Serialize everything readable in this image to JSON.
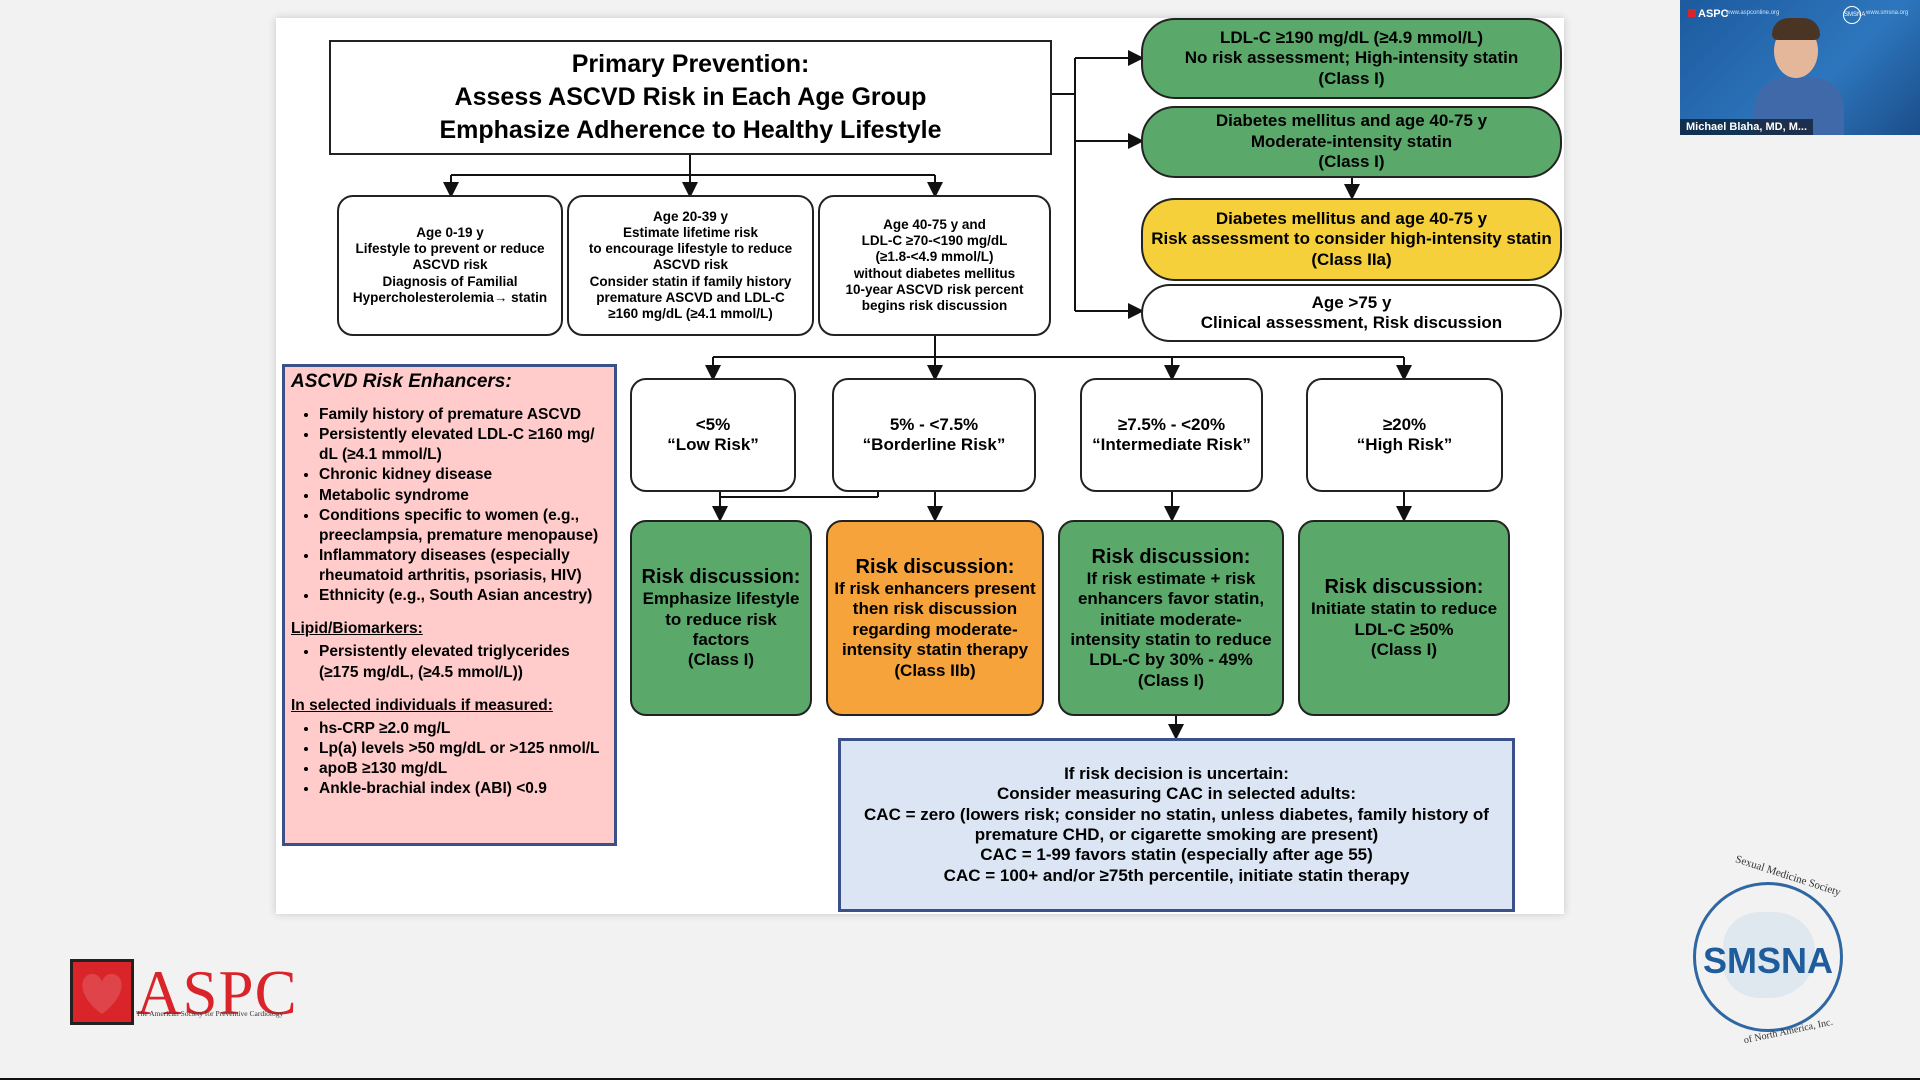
{
  "title": {
    "lines": [
      "Primary Prevention:",
      "Assess ASCVD Risk in Each Age Group",
      "Emphasize Adherence to Healthy Lifestyle"
    ]
  },
  "age_groups": [
    {
      "head": "Age 0-19 y",
      "lines": [
        "Lifestyle to prevent or reduce",
        "ASCVD risk",
        "Diagnosis of Familial",
        "Hypercholesterolemia→ statin"
      ]
    },
    {
      "head": "Age 20-39 y",
      "head2": "Estimate lifetime risk",
      "lines": [
        "to encourage lifestyle to reduce",
        "ASCVD risk",
        "Consider statin if family history",
        "premature ASCVD and LDL-C",
        "≥160 mg/dL (≥4.1 mmol/L)"
      ]
    },
    {
      "head": "Age 40-75 y and",
      "head2": "LDL-C ≥70-<190 mg/dL",
      "head3": "(≥1.8-<4.9 mmol/L)",
      "head4": "without diabetes mellitus",
      "lines": [
        "10-year ASCVD risk percent",
        "begins risk discussion"
      ]
    }
  ],
  "right_boxes": [
    {
      "lines": [
        "LDL-C ≥190 mg/dL (≥4.9 mmol/L)",
        "No risk assessment; High-intensity statin",
        "(Class I)"
      ],
      "color": "#5aa96a"
    },
    {
      "lines": [
        "Diabetes mellitus and age 40-75 y",
        "Moderate-intensity statin",
        "(Class I)"
      ],
      "color": "#5aa96a"
    },
    {
      "lines": [
        "Diabetes mellitus and age 40-75 y",
        "Risk assessment to consider high-intensity statin",
        "(Class IIa)"
      ],
      "color": "#f5d03a"
    },
    {
      "lines": [
        "Age >75 y",
        "Clinical assessment, Risk discussion"
      ],
      "color": "#ffffff"
    }
  ],
  "risk_categories": [
    {
      "pct": "<5%",
      "label": "“Low Risk”"
    },
    {
      "pct": "5% - <7.5%",
      "label": "“Borderline Risk”"
    },
    {
      "pct": "≥7.5% - <20%",
      "label": "“Intermediate Risk”"
    },
    {
      "pct": "≥20%",
      "label": "“High Risk”"
    }
  ],
  "discussions": [
    {
      "head": "Risk discussion:",
      "lines": [
        "Emphasize lifestyle",
        "to reduce risk",
        "factors",
        "(Class I)"
      ],
      "color": "#5aa96a"
    },
    {
      "head": "Risk discussion:",
      "lines": [
        "If risk enhancers present",
        "then risk discussion",
        "regarding moderate-",
        "intensity statin therapy",
        "(Class IIb)"
      ],
      "color": "#f5a33a"
    },
    {
      "head": "Risk discussion:",
      "lines": [
        "If risk estimate + risk",
        "enhancers favor statin,",
        "initiate moderate-",
        "intensity statin to reduce",
        "LDL-C by 30% - 49%",
        "(Class I)"
      ],
      "color": "#5aa96a"
    },
    {
      "head": "Risk discussion:",
      "lines": [
        "Initiate statin to reduce",
        "LDL-C ≥50%",
        "(Class I)"
      ],
      "color": "#5aa96a"
    }
  ],
  "enhancers": {
    "title": "ASCVD Risk Enhancers:",
    "items": [
      "Family history of premature ASCVD",
      "Persistently elevated LDL-C ≥160 mg/ dL (≥4.1 mmol/L)",
      "Chronic kidney disease",
      "Metabolic syndrome",
      "Conditions specific to women (e.g., preeclampsia, premature menopause)",
      "Inflammatory diseases (especially rheumatoid arthritis, psoriasis, HIV)",
      "Ethnicity (e.g., South Asian ancestry)"
    ],
    "lipid_title": "Lipid/Biomarkers:",
    "lipid_items": [
      "Persistently elevated triglycerides (≥175 mg/dL,  (≥4.5 mmol/L))"
    ],
    "selected_title": "In selected individuals if measured:",
    "selected_items": [
      "hs-CRP ≥2.0 mg/L",
      "Lp(a) levels >50 mg/dL or >125 nmol/L",
      "apoB ≥130 mg/dL",
      "Ankle-brachial index (ABI) <0.9"
    ]
  },
  "cac": {
    "lines": [
      "If risk decision is uncertain:",
      "Consider measuring CAC in selected adults:",
      "CAC = zero (lowers risk; consider no statin, unless diabetes, family history of",
      "premature CHD, or cigarette smoking are present)",
      "CAC = 1-99 favors statin (especially after age 55)",
      "CAC = 100+ and/or ≥75th percentile, initiate statin therapy"
    ]
  },
  "webcam": {
    "presenter": "Michael Blaha, MD, M...",
    "logo": "ASPC",
    "url1": "www.aspconline.org",
    "logo2": "SMSNA",
    "url2": "www.smsna.org"
  },
  "logos": {
    "aspc": "ASPC",
    "aspc_tag": "The American Society for Preventive Cardiology",
    "smsna": "SMSNA",
    "smsna_arc_top": "Sexual Medicine Society",
    "smsna_arc_bottom": "of North America, Inc."
  }
}
